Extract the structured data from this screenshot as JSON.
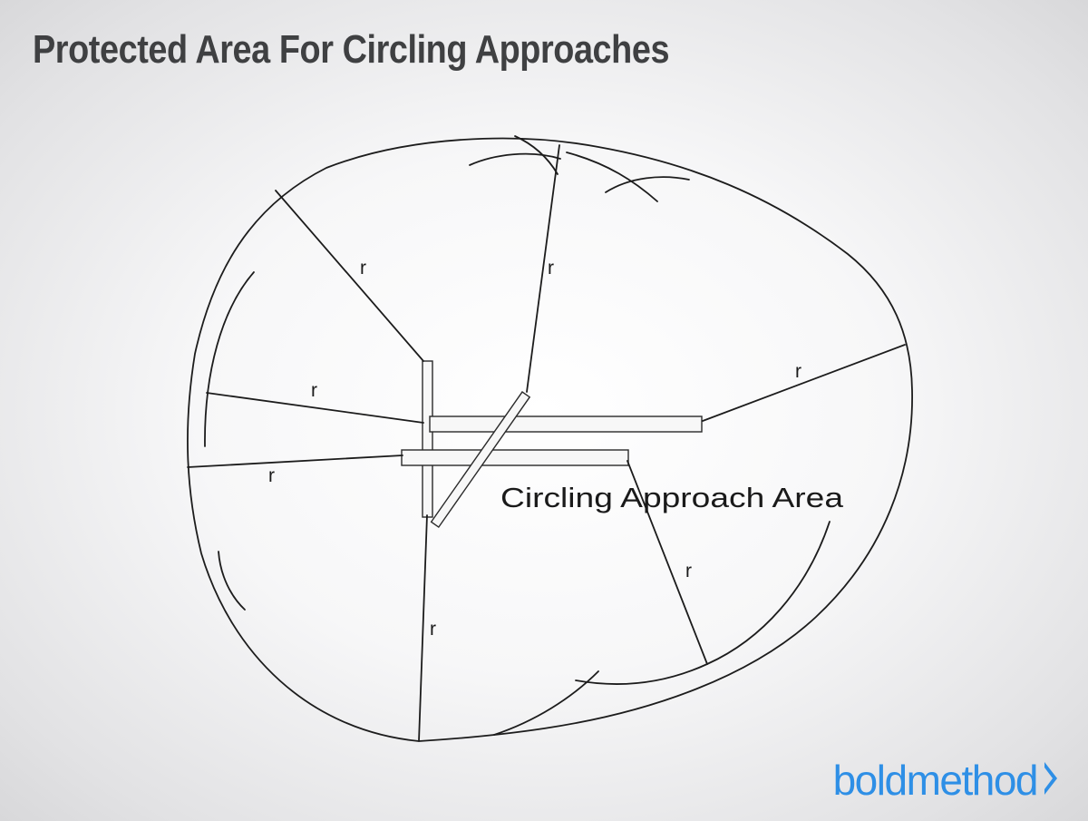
{
  "title": "Protected Area For Circling Approaches",
  "diagram": {
    "area_label": "Circling Approach Area",
    "radius_label": "r"
  },
  "logo": {
    "text": "boldmethod",
    "color": "#2e8fe6",
    "icon": "chevron-right-icon"
  }
}
